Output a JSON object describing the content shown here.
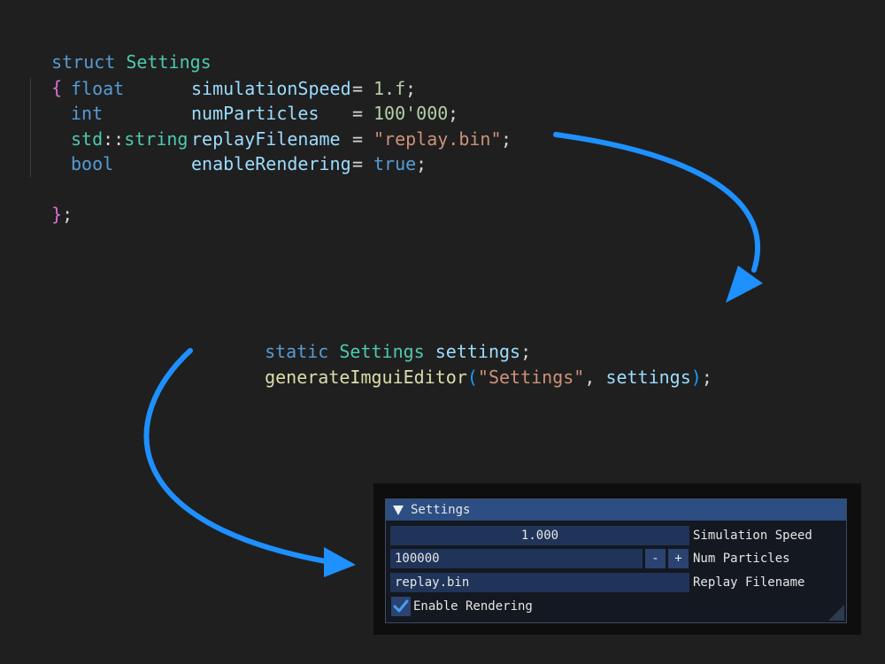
{
  "code": {
    "struct_kw": "struct",
    "struct_name": "Settings",
    "open_brace": "{",
    "close_brace": "}",
    "semicolon": ";",
    "fields": [
      {
        "type": "float",
        "name": "simulationSpeed",
        "eq": "=",
        "value": "1.f",
        "end": ";"
      },
      {
        "type": "int",
        "name": "numParticles",
        "eq": "=",
        "value": "100'000",
        "end": ";"
      },
      {
        "type_ns": "std",
        "type_sep": "::",
        "type_name": "string",
        "name": "replayFilename",
        "eq": "=",
        "value": "\"replay.bin\"",
        "end": ";"
      },
      {
        "type": "bool",
        "name": "enableRendering",
        "eq": "=",
        "value": "true",
        "end": ";"
      }
    ],
    "static_line": {
      "kw": "static",
      "type": "Settings",
      "name": "settings",
      "end": ";"
    },
    "call_line": {
      "fn": "generateImguiEditor",
      "open": "(",
      "arg1": "\"Settings\"",
      "comma": ",",
      "arg2": "settings",
      "close": ")",
      "end": ";"
    }
  },
  "imgui": {
    "title": "Settings",
    "simulation_speed_value": "1.000",
    "simulation_speed_label": "Simulation Speed",
    "num_particles_value": "100000",
    "minus_label": "-",
    "plus_label": "+",
    "num_particles_label": "Num Particles",
    "replay_filename_value": "replay.bin",
    "replay_filename_label": "Replay Filename",
    "enable_rendering_label": "Enable Rendering",
    "enable_rendering_checked": true
  },
  "colors": {
    "arrow": "#1e90ff",
    "background": "#1f1f1f",
    "imgui_title": "#2c4e82",
    "imgui_frame": "#1f3458"
  }
}
